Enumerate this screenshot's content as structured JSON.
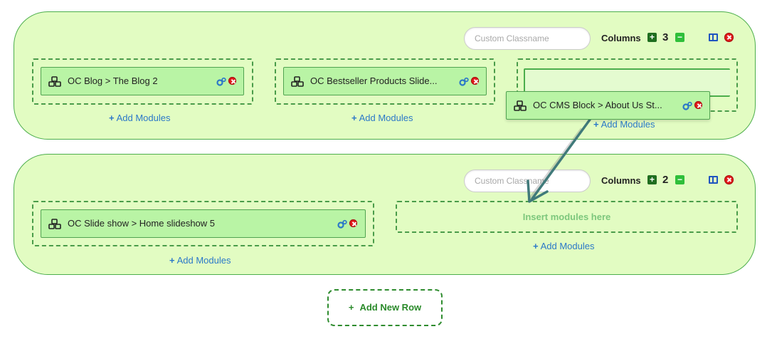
{
  "rows": [
    {
      "classname_placeholder": "Custom Classname",
      "columns_label": "Columns",
      "column_count": "3",
      "columns": [
        {
          "modules": [
            {
              "title": "OC Blog > The Blog 2"
            }
          ],
          "add_label": "Add Modules"
        },
        {
          "modules": [
            {
              "title": "OC Bestseller Products Slide..."
            }
          ],
          "add_label": "Add Modules"
        },
        {
          "modules": [],
          "add_label": "Add Modules"
        }
      ]
    },
    {
      "classname_placeholder": "Custom Classname",
      "columns_label": "Columns",
      "column_count": "2",
      "columns": [
        {
          "modules": [
            {
              "title": "OC Slide show > Home slideshow 5"
            }
          ],
          "add_label": "Add Modules"
        },
        {
          "modules": [],
          "insert_label": "Insert modules here",
          "add_label": "Add Modules"
        }
      ]
    }
  ],
  "dragging_module": {
    "title": "OC CMS Block > About Us St..."
  },
  "add_row_label": "Add New Row",
  "colors": {
    "row_background": "#e2fcc2",
    "module_background": "#b9f4a5",
    "link_blue": "#2b78c8",
    "remove_red": "#e21b1b",
    "accent_green": "#2a8a2a"
  },
  "icons": [
    "module-cubes-icon",
    "gear-icon",
    "remove-icon",
    "plus-icon",
    "minus-icon",
    "layout-icon",
    "arrow-icon"
  ]
}
